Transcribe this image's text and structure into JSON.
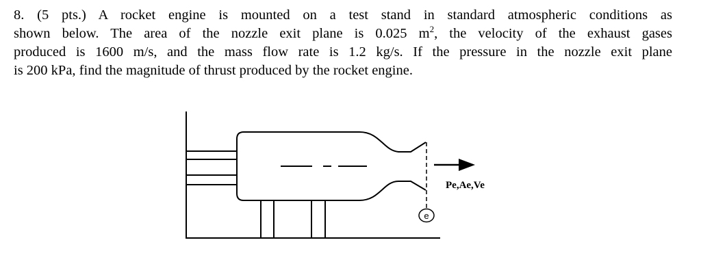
{
  "problem": {
    "lines": [
      "8. (5 pts.) A rocket engine is mounted on a test stand in standard atmospheric conditions as",
      "shown below.  The area of the nozzle exit plane is 0.025 m",
      "produced is 1600 m/s, and the mass flow rate is 1.2 kg/s. If the pressure in the nozzle exit plane",
      "is 200 kPa, find the magnitude of thrust produced by the rocket engine."
    ],
    "line2_superscript": "2",
    "line2_tail": ", the velocity of the exhaust gases"
  },
  "diagram": {
    "exit_label": "Pe,Ae,Ve",
    "station_label": "e"
  }
}
